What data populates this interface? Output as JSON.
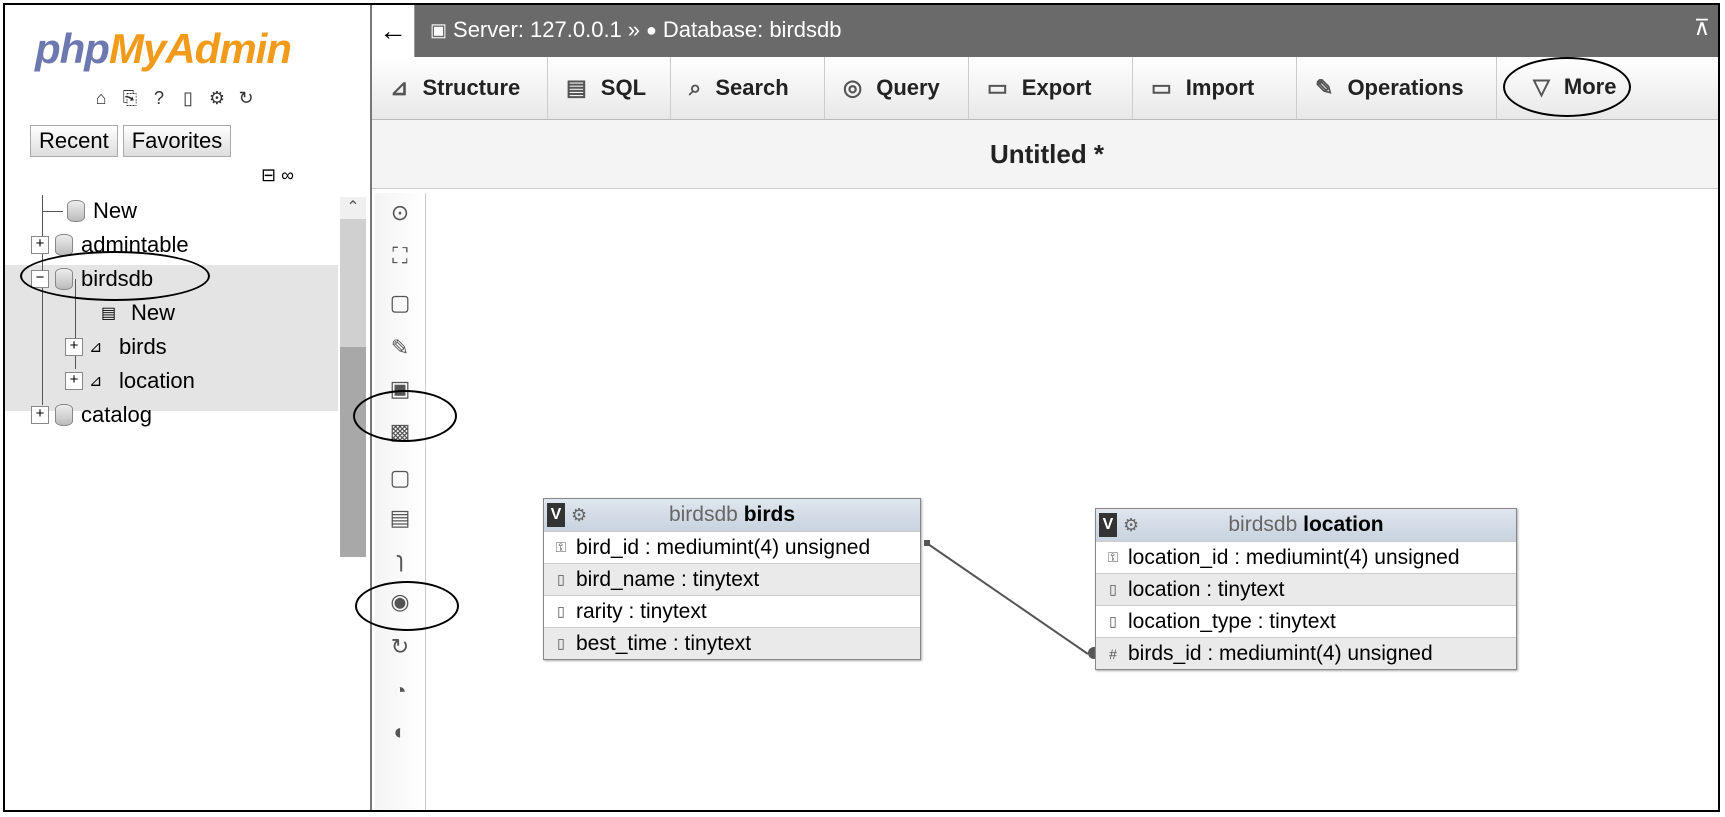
{
  "logo": {
    "php": "php",
    "my": "My",
    "admin": "Admin"
  },
  "nav": {
    "recent": "Recent",
    "favorites": "Favorites",
    "tree": [
      {
        "label": "New",
        "level": 0,
        "kind": "new"
      },
      {
        "label": "admintable",
        "level": 0,
        "kind": "db"
      },
      {
        "label": "birdsdb",
        "level": 0,
        "kind": "db"
      },
      {
        "label": "New",
        "level": 1,
        "kind": "new"
      },
      {
        "label": "birds",
        "level": 1,
        "kind": "table"
      },
      {
        "label": "location",
        "level": 1,
        "kind": "table"
      },
      {
        "label": "catalog",
        "level": 0,
        "kind": "db"
      }
    ]
  },
  "breadcrumb": {
    "server": "Server: 127.0.0.1",
    "sep": "»",
    "database": "Database: birdsdb"
  },
  "tabs": [
    "Structure",
    "SQL",
    "Search",
    "Query",
    "Export",
    "Import",
    "Operations",
    "More"
  ],
  "page_title": "Untitled *",
  "tables": [
    {
      "db": "birdsdb",
      "name": "birds",
      "columns": [
        {
          "icon": "key",
          "text": "bird_id : mediumint(4) unsigned"
        },
        {
          "icon": "text",
          "text": "bird_name : tinytext"
        },
        {
          "icon": "text",
          "text": "rarity : tinytext"
        },
        {
          "icon": "text",
          "text": "best_time : tinytext"
        }
      ]
    },
    {
      "db": "birdsdb",
      "name": "location",
      "columns": [
        {
          "icon": "key",
          "text": "location_id : mediumint(4) unsigned"
        },
        {
          "icon": "text",
          "text": "location : tinytext"
        },
        {
          "icon": "text",
          "text": "location_type : tinytext"
        },
        {
          "icon": "hash",
          "text": "birds_id : mediumint(4) unsigned"
        }
      ]
    }
  ]
}
